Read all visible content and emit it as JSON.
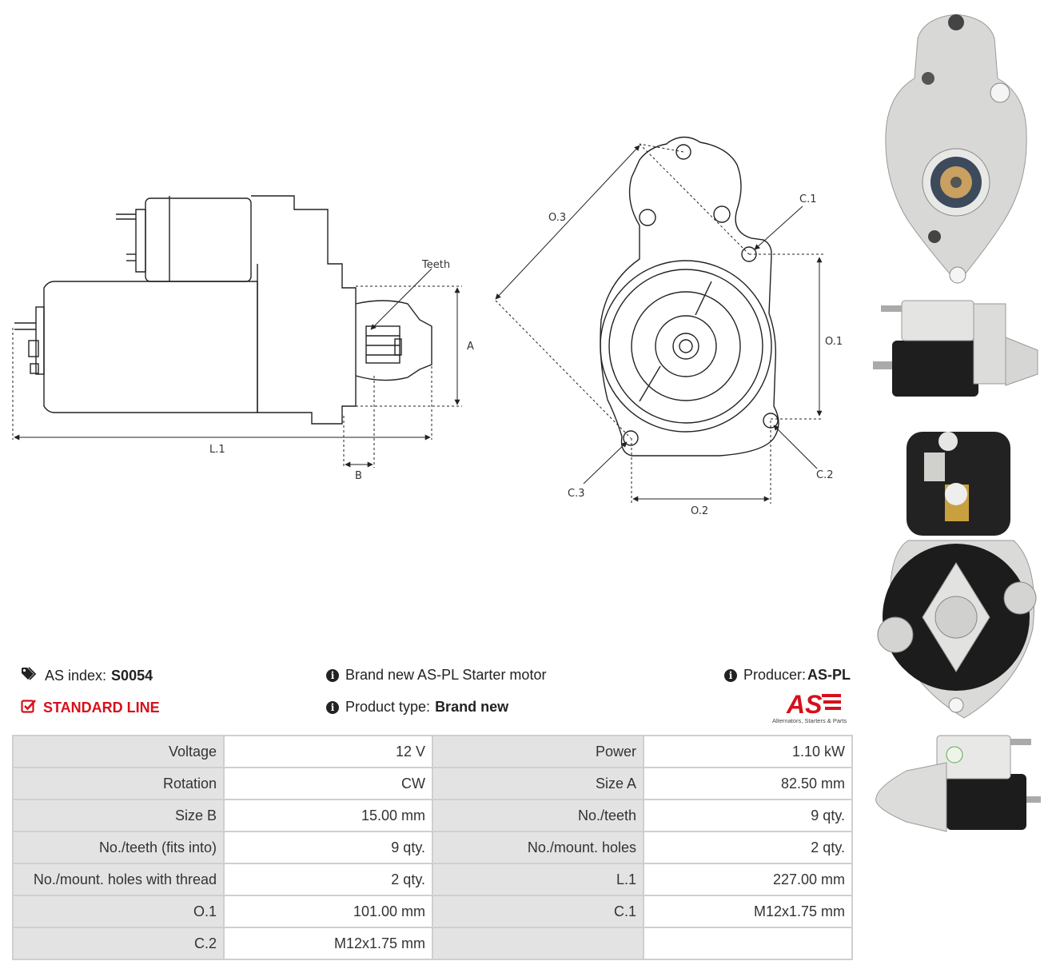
{
  "diagram_labels": {
    "teeth": "Teeth",
    "a": "A",
    "b": "B",
    "l1": "L.1",
    "o1": "O.1",
    "o2": "O.2",
    "o3": "O.3",
    "c1": "C.1",
    "c2": "C.2",
    "c3": "C.3"
  },
  "info": {
    "as_index_label": "AS index:",
    "as_index_value": "S0054",
    "line_label": "STANDARD LINE",
    "description": "Brand new AS-PL Starter motor",
    "product_type_label": "Product type:",
    "product_type_value": "Brand new",
    "producer_label": "Producer:",
    "producer_value": "AS-PL"
  },
  "logo": {
    "mark": "AS",
    "tagline": "Alternators, Starters & Parts",
    "color": "#d6101c"
  },
  "specs": [
    [
      "Voltage",
      "12 V",
      "Power",
      "1.10 kW"
    ],
    [
      "Rotation",
      "CW",
      "Size A",
      "82.50 mm"
    ],
    [
      "Size B",
      "15.00 mm",
      "No./teeth",
      "9 qty."
    ],
    [
      "No./teeth (fits into)",
      "9 qty.",
      "No./mount. holes",
      "2 qty."
    ],
    [
      "No./mount. holes with thread",
      "2 qty.",
      "L.1",
      "227.00 mm"
    ],
    [
      "O.1",
      "101.00 mm",
      "C.1",
      "M12x1.75 mm"
    ],
    [
      "C.2",
      "M12x1.75 mm",
      "",
      ""
    ]
  ],
  "icons": {
    "tags": "tags-icon",
    "check": "check-square-icon",
    "info": "info-circle-icon"
  }
}
